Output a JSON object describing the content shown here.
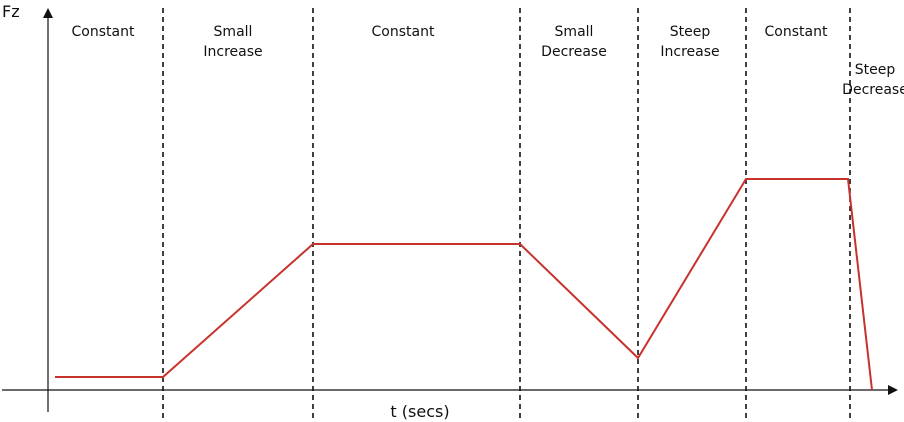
{
  "chart_data": {
    "type": "line",
    "title": "",
    "ylabel": "Fz",
    "xlabel": "t (secs)",
    "grid": false,
    "legend": "none",
    "series_color": "#c8322c",
    "axis_color": "#111111",
    "divider_color": "#111111",
    "axis_ticks": false,
    "regions": [
      {
        "label": [
          "Constant"
        ]
      },
      {
        "label": [
          "Small",
          "Increase"
        ]
      },
      {
        "label": [
          "Constant"
        ]
      },
      {
        "label": [
          "Small",
          "Decrease"
        ]
      },
      {
        "label": [
          "Steep",
          "Increase"
        ]
      },
      {
        "label": [
          "Constant"
        ]
      },
      {
        "label": [
          "Steep",
          "Decrease"
        ]
      }
    ]
  }
}
